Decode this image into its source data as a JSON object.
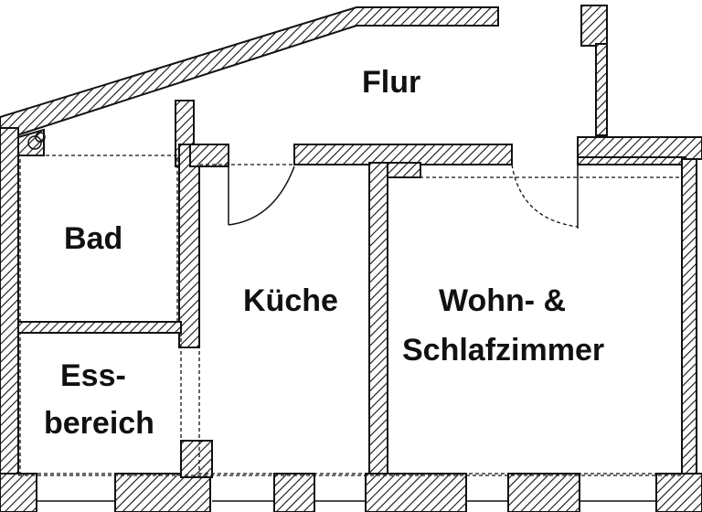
{
  "rooms": {
    "flur": "Flur",
    "bad": "Bad",
    "kueche": "Küche",
    "wohn_line1": "Wohn- &",
    "wohn_line2": "Schlafzimmer",
    "ess_line1": "Ess-",
    "ess_line2": "bereich"
  },
  "colors": {
    "line": "#111111",
    "background": "#ffffff"
  }
}
